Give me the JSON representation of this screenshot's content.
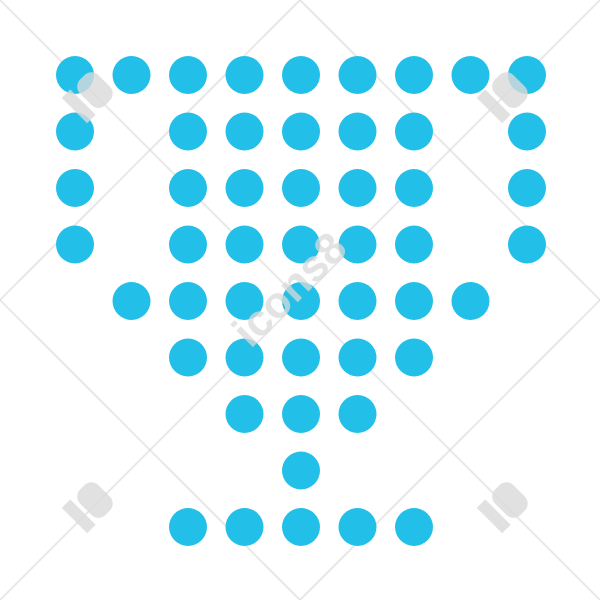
{
  "icon": {
    "name": "trophy-icon",
    "dot_color": "#22c0e8",
    "rows": [
      [
        0,
        1,
        2,
        3,
        4,
        5,
        6,
        7,
        8
      ],
      [
        0,
        2,
        3,
        4,
        5,
        6,
        8
      ],
      [
        0,
        2,
        3,
        4,
        5,
        6,
        8
      ],
      [
        0,
        2,
        3,
        4,
        5,
        6,
        8
      ],
      [
        1,
        2,
        3,
        4,
        5,
        6,
        7
      ],
      [
        2,
        3,
        4,
        5,
        6
      ],
      [
        3,
        4,
        5
      ],
      [
        4
      ],
      [
        2,
        3,
        4,
        5,
        6
      ]
    ]
  },
  "watermark": {
    "text": "icons8",
    "color": "#d9d9d9"
  }
}
